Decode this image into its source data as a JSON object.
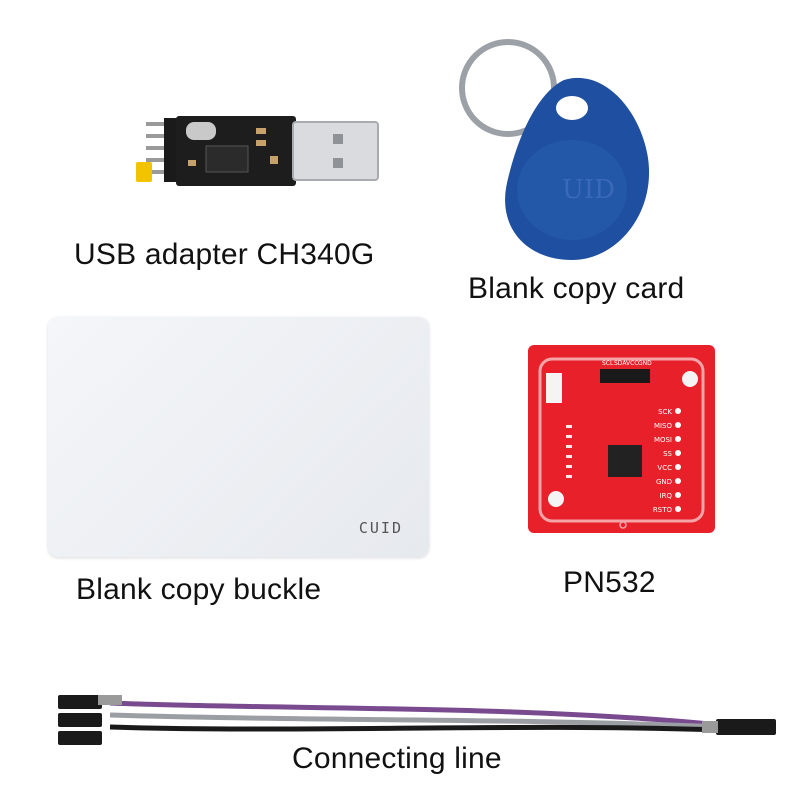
{
  "labels": {
    "usb_adapter": "USB adapter CH340G",
    "blank_copy_card": "Blank copy card",
    "blank_copy_buckle": "Blank copy buckle",
    "pn532": "PN532",
    "connecting_line": "Connecting line"
  },
  "card_print": "CUID",
  "keyfob_print": "UID",
  "pn532_pins_right": [
    "SCK",
    "MISO",
    "MOSI",
    "SS",
    "VCC",
    "GND",
    "IRQ",
    "RSTO"
  ],
  "pn532_pins_top": [
    "GND",
    "VCC",
    "SDA",
    "SCL"
  ],
  "colors": {
    "pcb_red": "#e8202a",
    "fob_blue": "#1f4fa0",
    "usb_pcb": "#1d1d1d",
    "card_white": "#eef1f5"
  }
}
